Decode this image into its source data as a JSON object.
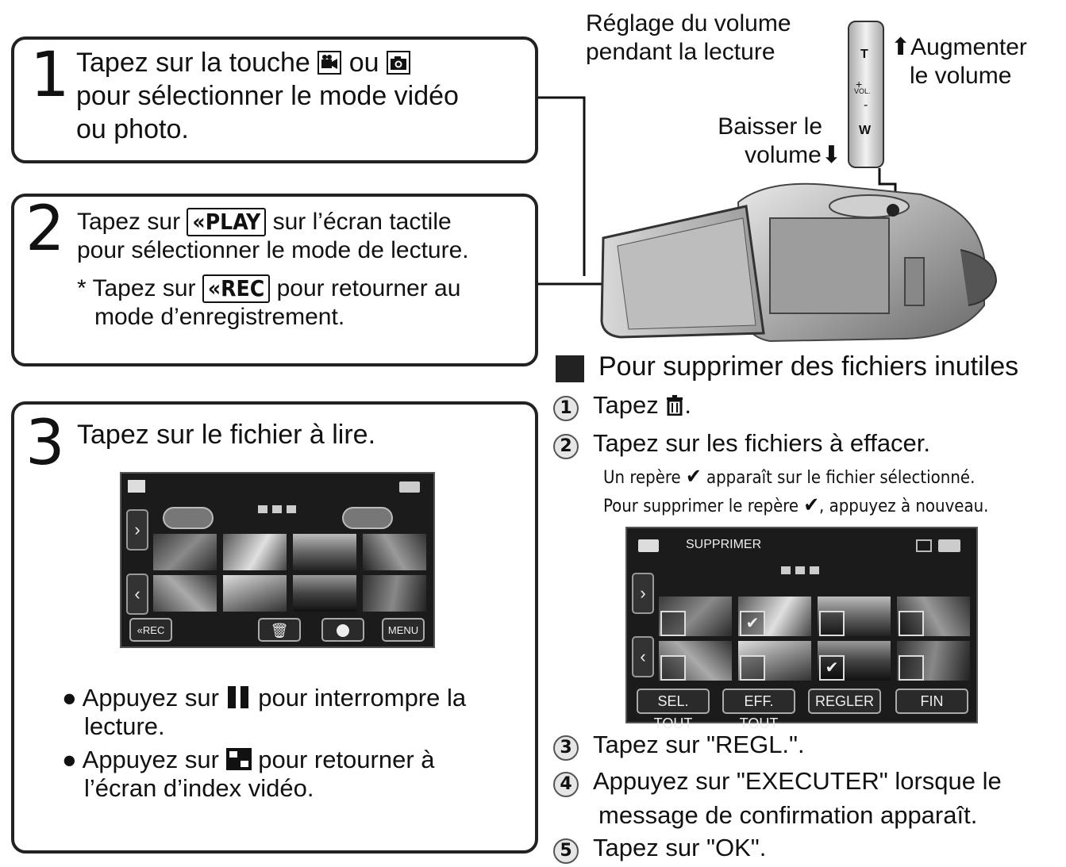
{
  "step1": {
    "number": "1",
    "text_a": "Tapez sur la touche",
    "text_b": "ou",
    "text_c": "pour sélectionner le mode vidéo",
    "text_d": "ou photo."
  },
  "step2": {
    "number": "2",
    "text_a": "Tapez sur",
    "play_key": "«PLAY",
    "text_b": "sur l’écran tactile",
    "text_c": "pour sélectionner le mode de lecture.",
    "note_a": "* Tapez sur",
    "rec_key": "«REC",
    "note_b": "pour retourner au",
    "note_c": "mode d’enregistrement."
  },
  "step3": {
    "number": "3",
    "text": "Tapez sur le fichier à lire.",
    "bullet1_a": "Appuyez sur",
    "bullet1_b": "pour interrompre la",
    "bullet1_c": "lecture.",
    "bullet2_a": "Appuyez sur",
    "bullet2_b": "pour retourner à",
    "bullet2_c": "l’écran d’index vidéo.",
    "screen": {
      "rec_button": "«REC",
      "menu_button": "MENU"
    }
  },
  "volume": {
    "title_1": "Réglage du volume",
    "title_2": "pendant la lecture",
    "up_1": "Augmenter",
    "up_2": "le volume",
    "down_1": "Baisser le",
    "down_2": "volume",
    "lever_t": "T",
    "lever_vol": "VOL.",
    "lever_plus": "+",
    "lever_minus": "-",
    "lever_w": "W"
  },
  "delete_section": {
    "heading": "Pour supprimer des fichiers inutiles",
    "steps": [
      {
        "num": "1",
        "text": "Tapez"
      },
      {
        "num": "2",
        "text": "Tapez sur les fichiers à effacer."
      },
      {
        "num": "3",
        "text": "Tapez sur \"REGL.\"."
      },
      {
        "num": "4",
        "text": "Appuyez sur \"EXECUTER\" lorsque le"
      },
      {
        "num": "5",
        "text": "Tapez sur \"OK\"."
      }
    ],
    "step4_cont": "message de confirmation apparaît.",
    "note1_a": "Un repère",
    "note1_b": "apparaît sur le fichier sélectionné.",
    "note2_a": "Pour supprimer le repère",
    "note2_b": ", appuyez à nouveau.",
    "screen": {
      "title": "SUPPRIMER",
      "buttons": [
        "SEL. TOUT",
        "EFF. TOUT",
        "REGLER",
        "FIN"
      ]
    }
  }
}
